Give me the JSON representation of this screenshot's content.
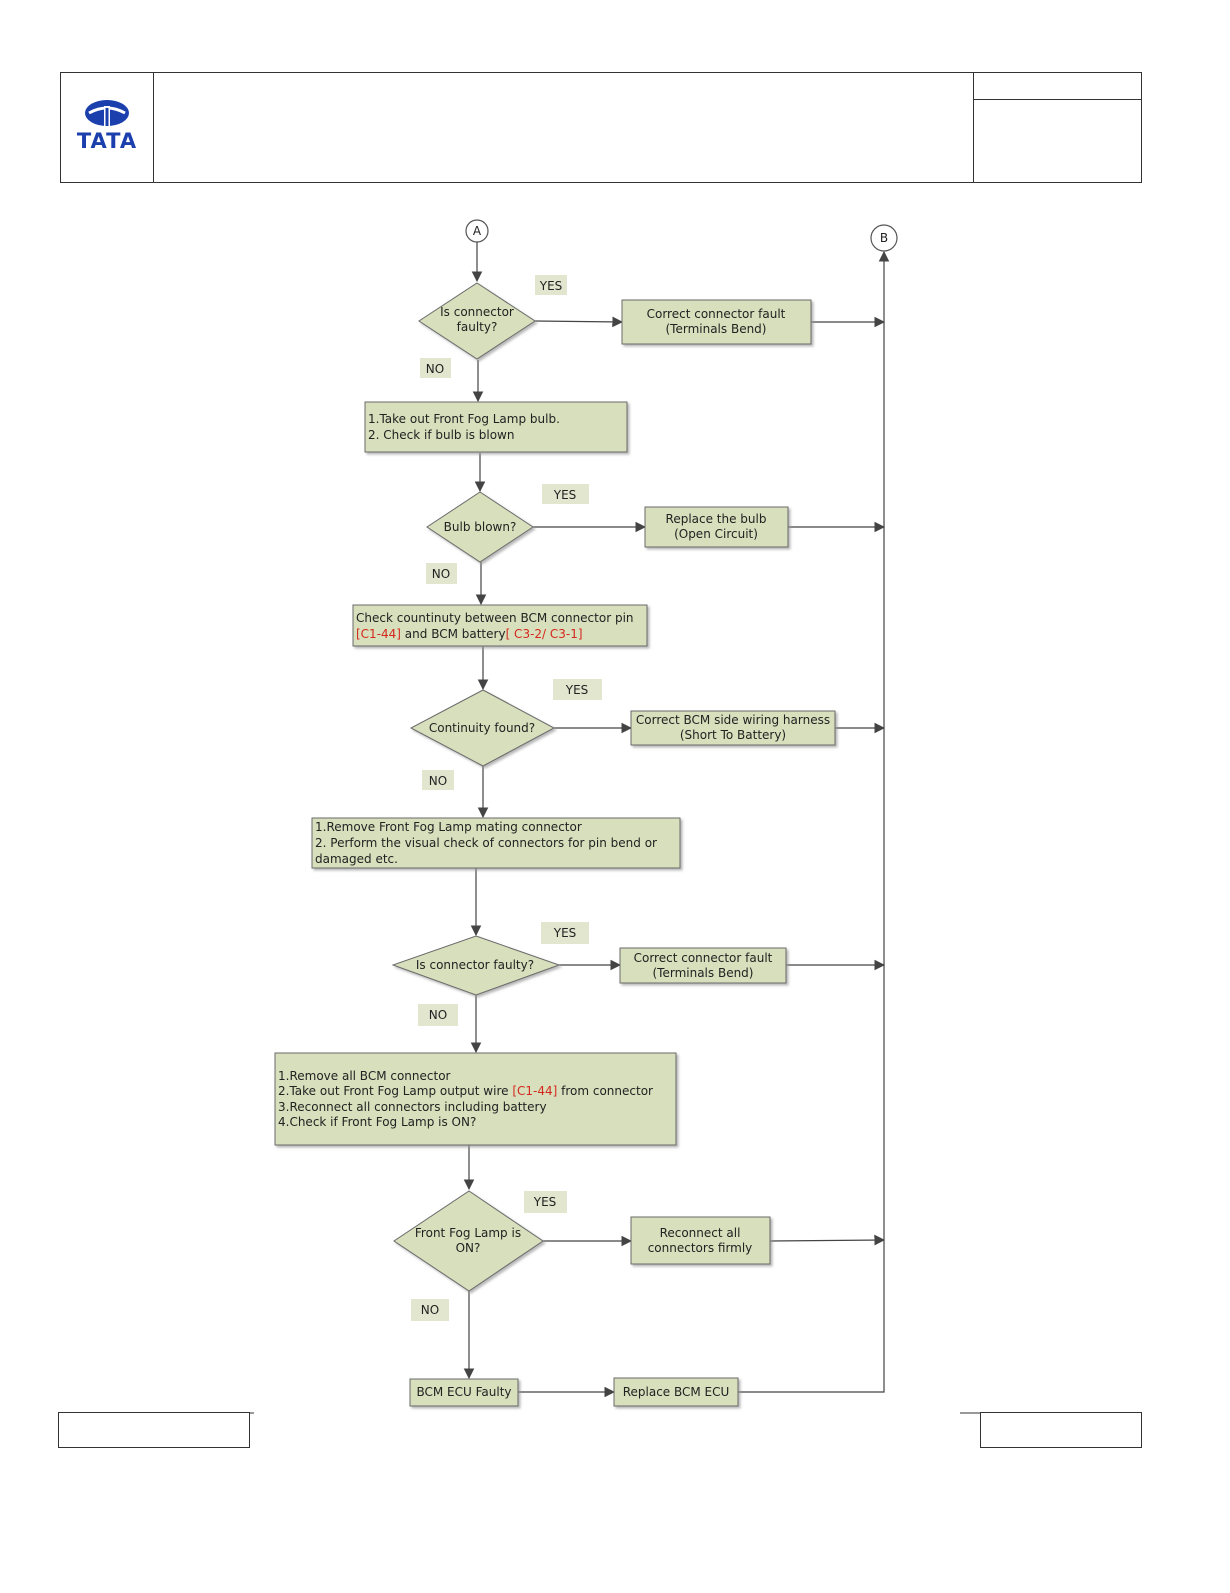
{
  "logo": {
    "text": "TATA",
    "color": "#1c3fae"
  },
  "colors": {
    "box_fill": "#d8dfbc",
    "box_stroke": "#6b6b6b",
    "reference": "#d4281e",
    "arrow": "#444444"
  },
  "connectors": {
    "start": "A",
    "end": "B"
  },
  "labels": {
    "yes": "YES",
    "no": "NO"
  },
  "steps": {
    "d1": [
      "Is connector",
      "faulty?"
    ],
    "a1": [
      "Correct connector fault",
      "(Terminals Bend)"
    ],
    "p1": [
      "1.Take out Front Fog Lamp  bulb.",
      "2. Check if bulb is blown"
    ],
    "d2": [
      "Bulb blown?"
    ],
    "a2": [
      "Replace the bulb",
      "(Open Circuit)"
    ],
    "p2": {
      "line1": "Check countinuty between BCM connector pin",
      "ref1": "[C1-44]",
      "mid": " and BCM battery",
      "ref2": "[ C3-2/ C3-1]"
    },
    "d3": [
      "Continuity found?"
    ],
    "a3": [
      "Correct BCM side wiring harness",
      "(Short To Battery)"
    ],
    "p3": [
      "1.Remove Front Fog Lamp  mating connector",
      "2. Perform the visual check of connectors for pin bend or",
      "damaged etc."
    ],
    "d4": [
      "Is connector faulty?"
    ],
    "a4": [
      "Correct connector fault",
      "(Terminals Bend)"
    ],
    "p4": {
      "line1": "1.Remove all BCM connector",
      "line2a": "2.Take out Front Fog Lamp  output wire  ",
      "line2ref": "[C1-44]",
      "line2b": " from connector",
      "line3": "3.Reconnect all connectors including battery",
      "line4": "4.Check if Front Fog Lamp   is ON?"
    },
    "d5": [
      "Front Fog Lamp is",
      "ON?"
    ],
    "a5": [
      "Reconnect all",
      "connectors firmly"
    ],
    "p5": [
      "BCM ECU Faulty"
    ],
    "a6": [
      "Replace BCM  ECU"
    ]
  }
}
